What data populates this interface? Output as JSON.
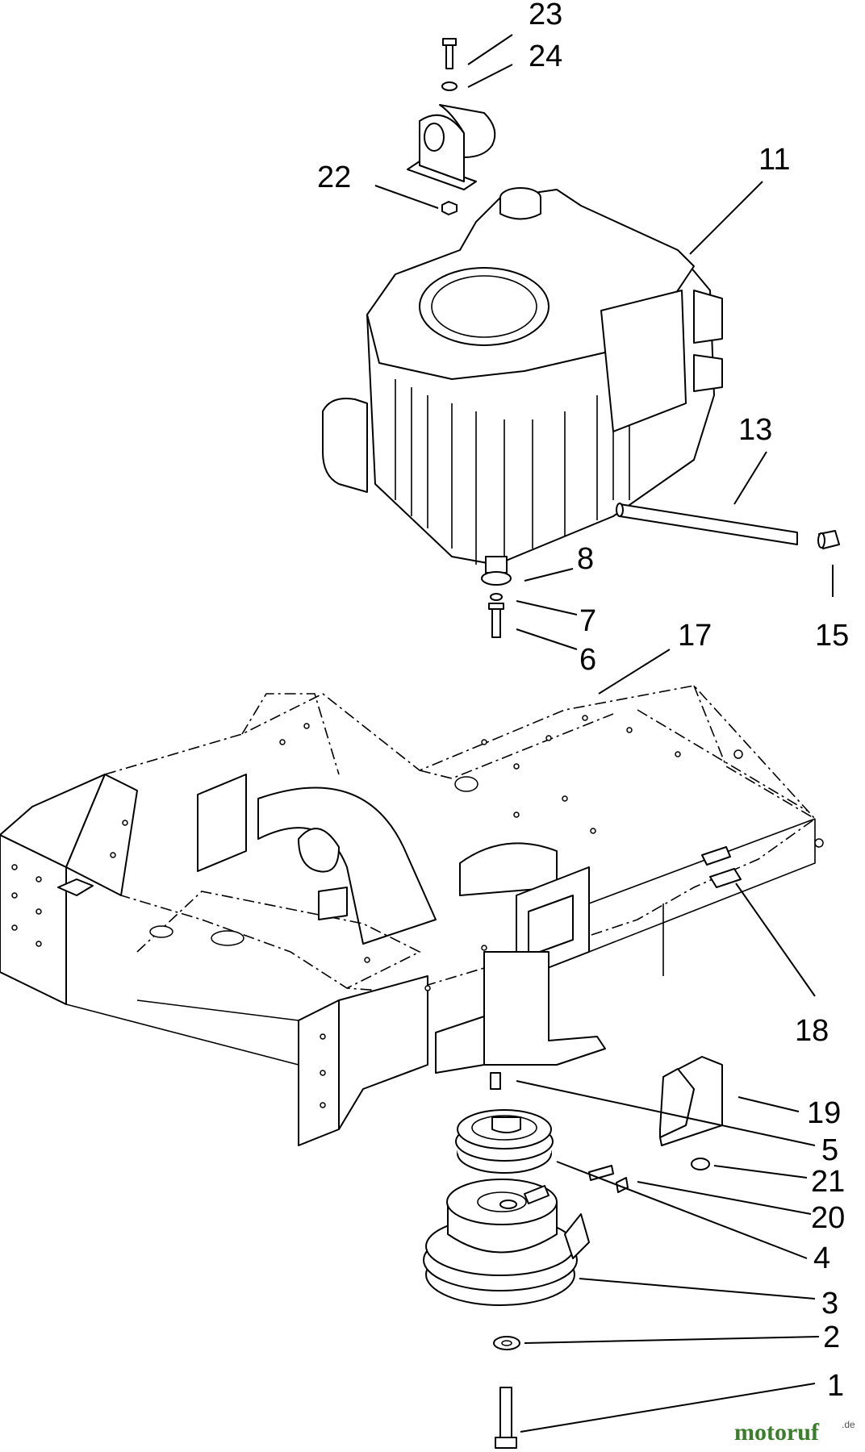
{
  "labels": {
    "n1": "1",
    "n2": "2",
    "n3": "3",
    "n4": "4",
    "n5": "5",
    "n6": "6",
    "n7": "7",
    "n8": "8",
    "n11": "11",
    "n13": "13",
    "n15": "15",
    "n17": "17",
    "n18": "18",
    "n19": "19",
    "n20": "20",
    "n21": "21",
    "n22": "22",
    "n23": "23",
    "n24": "24"
  },
  "watermark": {
    "main": "motoruf",
    "suffix": ".de"
  },
  "colors": {
    "line": "#000000",
    "watermark_m": "#1f5fa8",
    "watermark_o": "#e08a16",
    "watermark_rest": "#3a7d2a"
  }
}
